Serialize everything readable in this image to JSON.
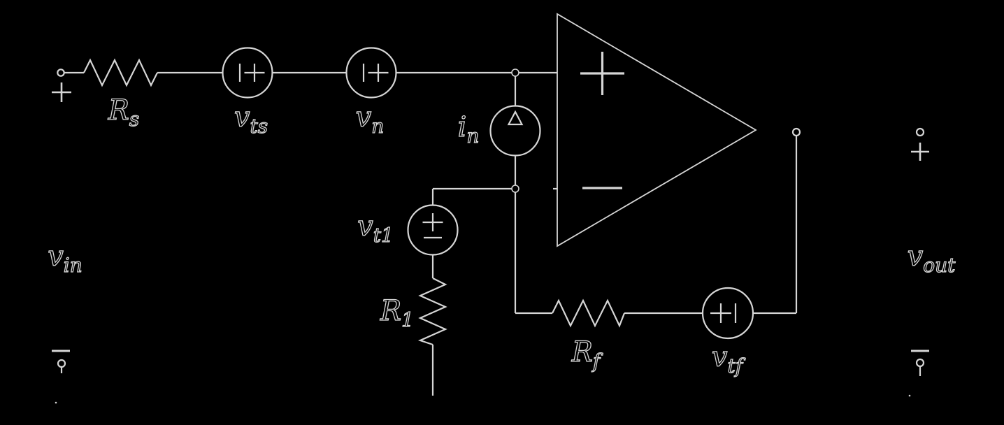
{
  "colors": {
    "background": "#000000",
    "stroke": "#d6d6d6"
  },
  "labels": {
    "R_s": {
      "base": "R",
      "sub": "s"
    },
    "v_ts": {
      "base": "v",
      "sub": "ts"
    },
    "v_n": {
      "base": "v",
      "sub": "n"
    },
    "i_n": {
      "base": "i",
      "sub": "n"
    },
    "v_t1": {
      "base": "v",
      "sub": "t1"
    },
    "R_1": {
      "base": "R",
      "sub": "1"
    },
    "R_f": {
      "base": "R",
      "sub": "f"
    },
    "v_tf": {
      "base": "v",
      "sub": "tf"
    },
    "v_in": {
      "base": "v",
      "sub": "in"
    },
    "v_out": {
      "base": "v",
      "sub": "out"
    }
  },
  "symbols": {
    "opamp_noninverting_input": "+",
    "opamp_inverting_input": "−",
    "input_port_positive": "+",
    "input_port_negative": "−",
    "output_port_positive": "+",
    "output_port_negative": "−"
  }
}
